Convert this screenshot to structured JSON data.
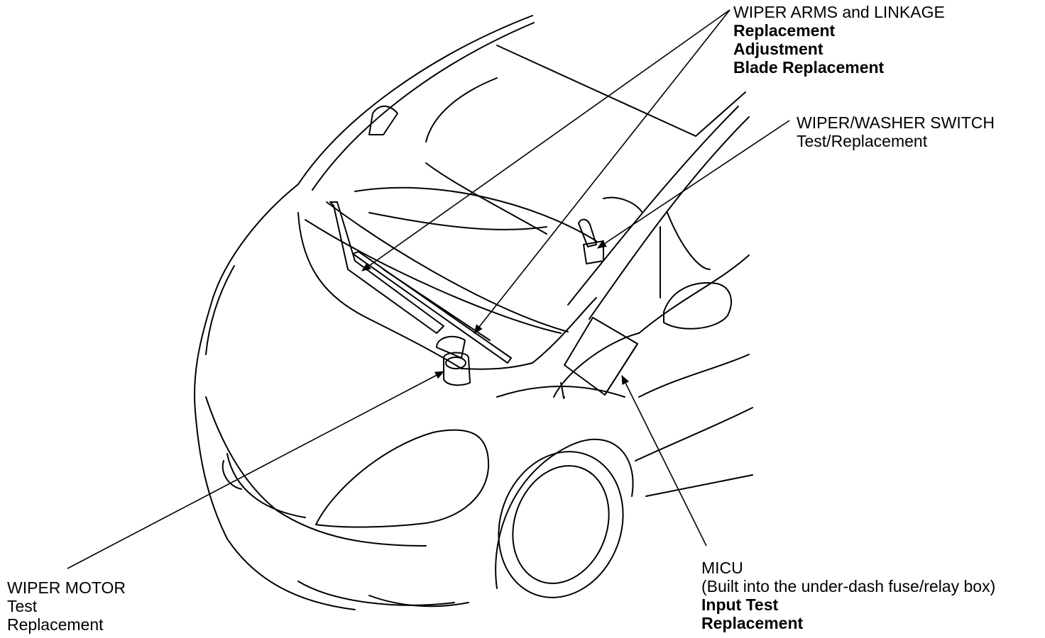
{
  "labels": {
    "wiper_arms": {
      "title": "WIPER ARMS and LINKAGE",
      "items": [
        "Replacement",
        "Adjustment",
        "Blade Replacement"
      ]
    },
    "washer_switch": {
      "title": "WIPER/WASHER SWITCH",
      "items": [
        "Test/Replacement"
      ]
    },
    "wiper_motor": {
      "title": "WIPER MOTOR",
      "items": [
        "Test",
        "Replacement"
      ]
    },
    "micu": {
      "title": "MICU",
      "note": "(Built into the under-dash fuse/relay box)",
      "items": [
        "Input Test",
        "Replacement"
      ]
    }
  },
  "colors": {
    "line": "#000000",
    "background": "#ffffff"
  }
}
